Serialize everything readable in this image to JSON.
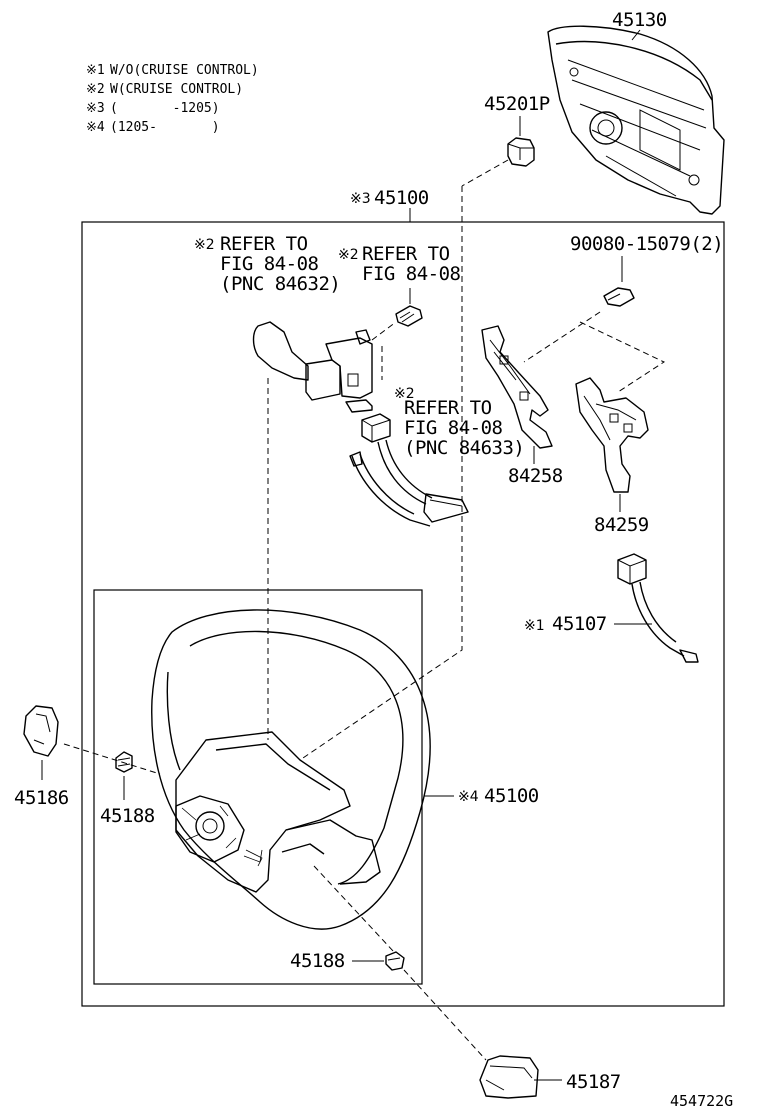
{
  "notes": [
    {
      "mark": "※1",
      "text": "W/O(CRUISE CONTROL)"
    },
    {
      "mark": "※2",
      "text": "W(CRUISE CONTROL)"
    },
    {
      "mark": "※3",
      "text": "(       -1205)"
    },
    {
      "mark": "※4",
      "text": "(1205-       )"
    }
  ],
  "parts": {
    "p45130": "45130",
    "p45201p": "45201P",
    "p45100_top": "45100",
    "p45100_top_mark": "※3",
    "p90080": "90080-15079(2)",
    "p84258": "84258",
    "p84259": "84259",
    "p45107": "45107",
    "p45107_mark": "※1",
    "p45186": "45186",
    "p45188_a": "45188",
    "p45100_wheel": "45100",
    "p45100_wheel_mark": "※4",
    "p45188_b": "45188",
    "p45187": "45187"
  },
  "refs": {
    "ref1": {
      "mark": "※2",
      "line1": "REFER TO",
      "line2": "FIG 84-08",
      "line3": "(PNC 84632)"
    },
    "ref2": {
      "mark": "※2",
      "line1": "REFER TO",
      "line2": "FIG 84-08"
    },
    "ref3": {
      "mark": "※2",
      "line1": "REFER TO",
      "line2": "FIG 84-08",
      "line3": "(PNC 84633)"
    }
  },
  "diagram_id": "454722G"
}
